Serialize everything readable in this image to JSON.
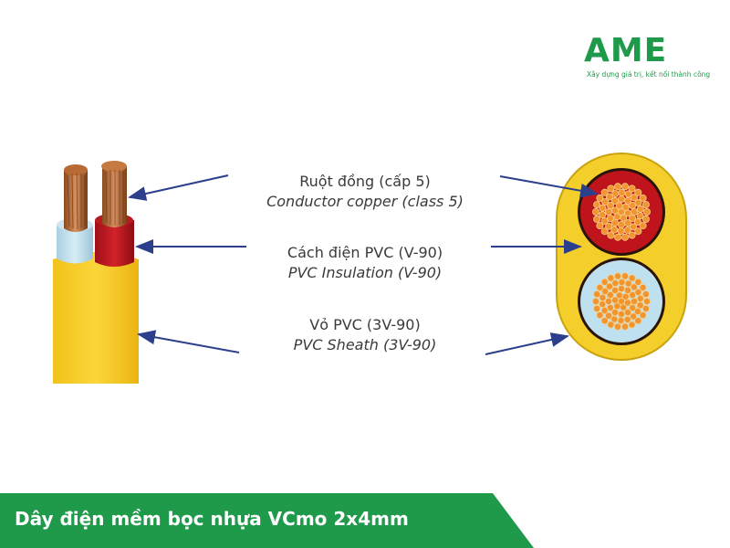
{
  "brand": {
    "logo": "AME",
    "slogan": "Xây dựng giá trị, kết nối thành công",
    "color": "#1f9a4a"
  },
  "callouts": [
    {
      "vi": "Ruột đồng (cấp 5)",
      "en": "Conductor copper (class 5)"
    },
    {
      "vi": "Cách điện PVC (V-90)",
      "en": "PVC Insulation (V-90)"
    },
    {
      "vi": "Vỏ PVC (3V-90)",
      "en": "PVC Sheath (3V-90)"
    }
  ],
  "banner": {
    "title": "Dây điện mềm bọc nhựa VCmo 2x4mm"
  },
  "colors": {
    "sheath": "#f4cf2b",
    "insulation_red": "#c0141c",
    "insulation_blue": "#bfe0ee",
    "copper": "#e98a2b",
    "arrow": "#2b3f8c"
  }
}
